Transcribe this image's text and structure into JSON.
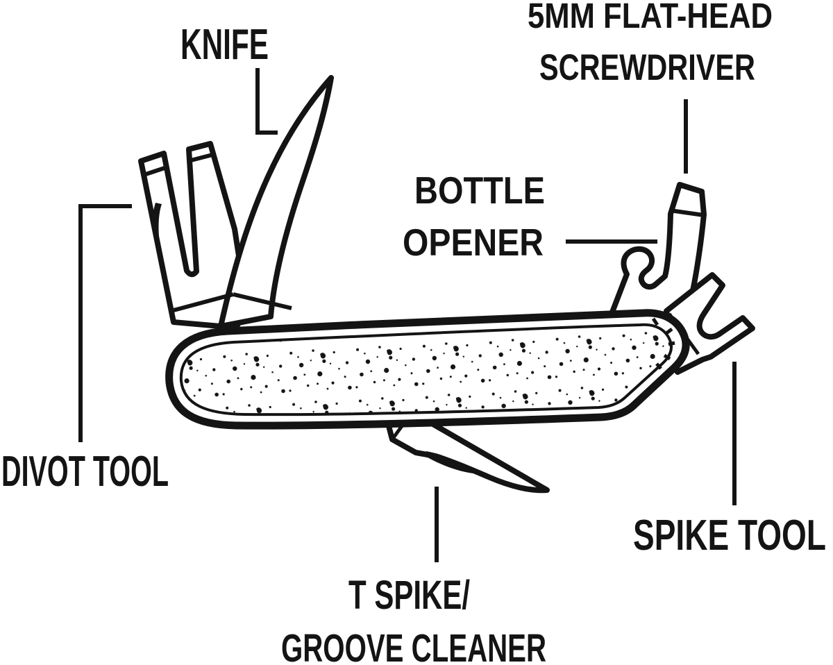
{
  "diagram": {
    "subject_labels": {
      "knife": "KNIFE",
      "flathead_line1": "5MM FLAT-HEAD",
      "flathead_line2": "SCREWDRIVER",
      "bottle_line1": "BOTTLE",
      "bottle_line2": "OPENER",
      "divot": "DIVOT TOOL",
      "spike": "SPIKE TOOL",
      "tspike_line1": "T SPIKE/",
      "tspike_line2": "GROOVE CLEANER"
    }
  },
  "colors": {
    "ink": "#141414",
    "background": "#ffffff"
  }
}
